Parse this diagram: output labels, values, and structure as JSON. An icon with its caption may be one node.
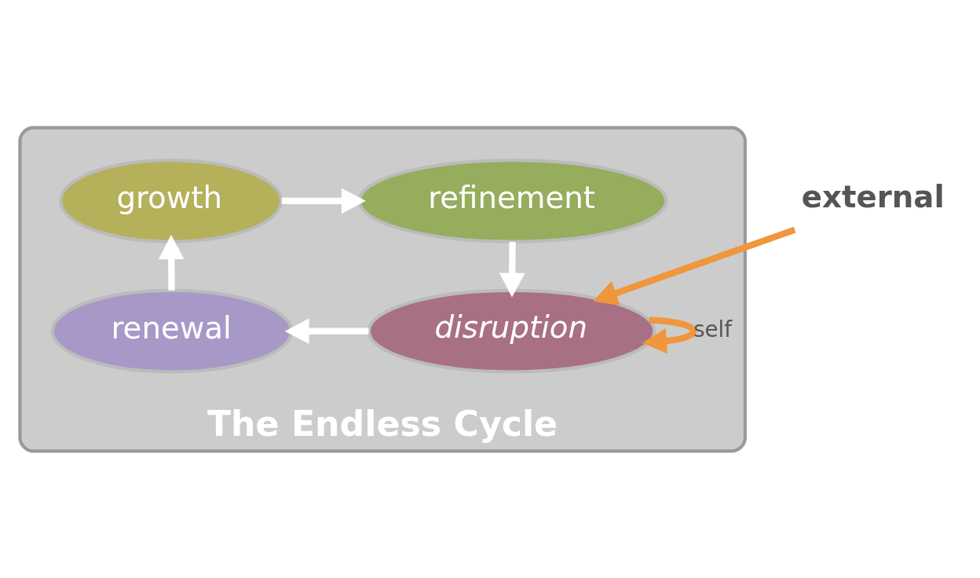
{
  "diagram": {
    "nodes": [
      {
        "text": [
          "The Endless Cycle"
        ]
      },
      {
        "text": [
          "growth"
        ],
        "in": 0
      },
      {
        "text": [
          "refinement"
        ],
        "in": 0
      },
      {
        "text": [
          "disruption"
        ],
        "in": 0
      },
      {
        "text": [
          "renewal"
        ],
        "in": 0
      },
      {
        "text": [
          "external"
        ]
      }
    ],
    "edges": [
      {
        "from": 1,
        "to": 2,
        "arrow": "to"
      },
      {
        "from": 2,
        "to": 3,
        "arrow": "to"
      },
      {
        "from": 3,
        "to": 4,
        "arrow": "to"
      },
      {
        "from": 4,
        "to": 1,
        "arrow": "to"
      },
      {
        "from": 5,
        "to": 3,
        "arrow": "to",
        "color": "#f0963c"
      },
      {
        "from": 3,
        "to": 3,
        "arrow": "to",
        "label": "self",
        "color": "#f0963c"
      }
    ]
  }
}
